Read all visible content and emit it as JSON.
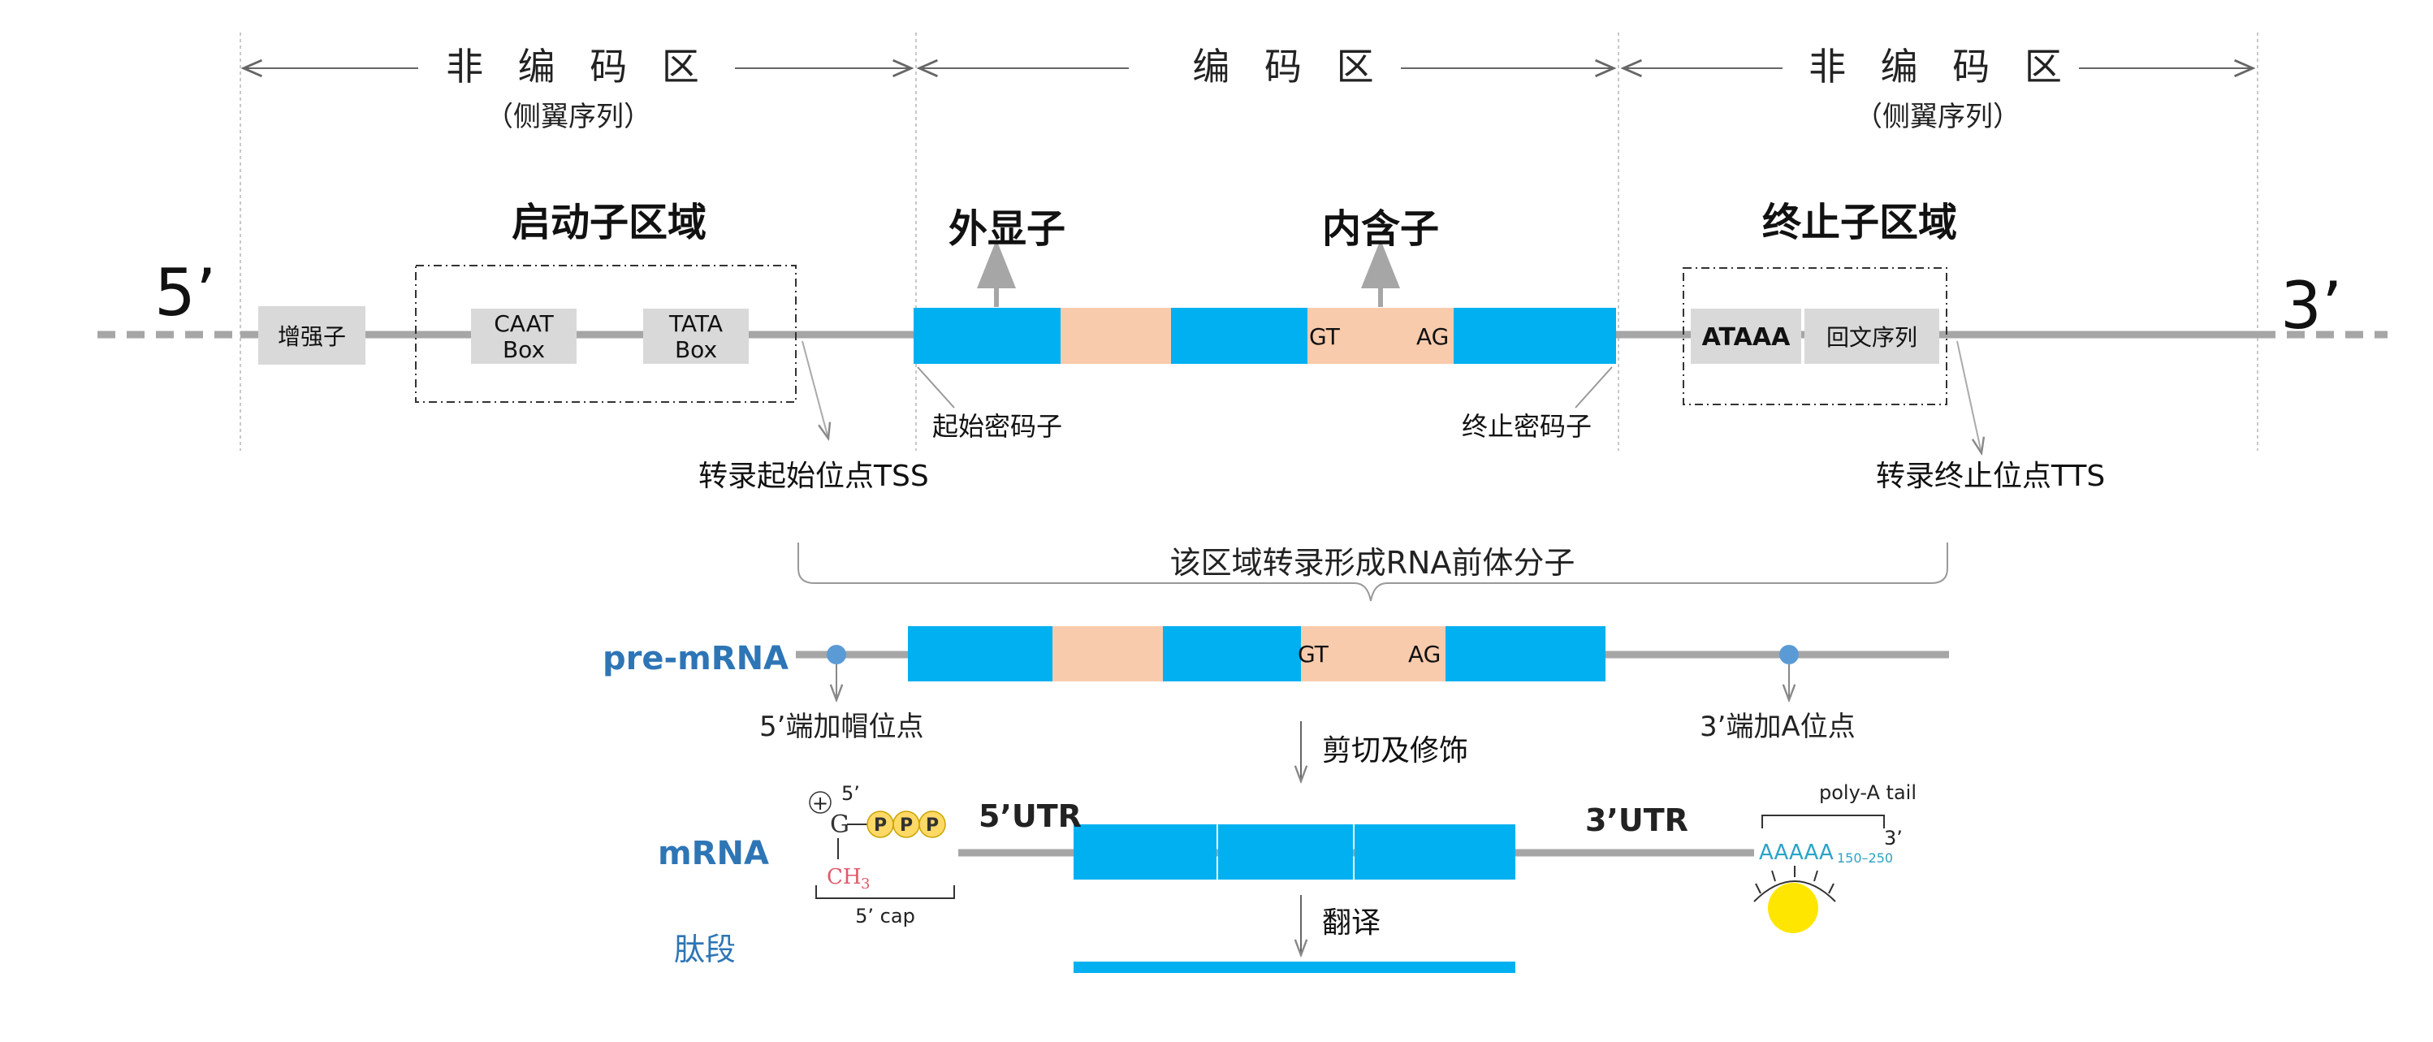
{
  "regions": {
    "left_noncoding": "非 编 码 区",
    "left_flank": "（侧翼序列）",
    "coding": "编 码 区",
    "right_noncoding": "非 编 码 区",
    "right_flank": "（侧翼序列）"
  },
  "dna": {
    "five_prime": "5’",
    "three_prime": "3’",
    "enhancer": "增强子",
    "caat_line1": "CAAT",
    "caat_line2": "Box",
    "tata_line1": "TATA",
    "tata_line2": "Box",
    "promoter_region": "启动子区域",
    "exon": "外显子",
    "intron": "内含子",
    "gt": "GT",
    "ag": "AG",
    "terminator_region": "终止子区域",
    "ataaa": "ATAAA",
    "palindrome": "回文序列",
    "start_codon": "起始密码子",
    "stop_codon": "终止密码子",
    "tss": "转录起始位点TSS",
    "tts": "转录终止位点TTS"
  },
  "transcription": {
    "brace_label": "该区域转录形成RNA前体分子"
  },
  "pre_mrna": {
    "label": "pre-mRNA",
    "gt": "GT",
    "ag": "AG",
    "cap_site": "5’端加帽位点",
    "polya_site": "3’端加A位点",
    "processing": "剪切及修饰"
  },
  "mrna": {
    "label": "mRNA",
    "utr5": "5’UTR",
    "utr3": "3’UTR",
    "cap_plus": "+",
    "cap_5prime": "5’",
    "cap_g": "G",
    "cap_p": "P",
    "cap_ch3": "CH",
    "cap_ch3_sub": "3",
    "cap_label": "5’ cap",
    "polya_label": "poly-A tail",
    "polya_seq": "AAAAA",
    "polya_range": "150–250",
    "polya_3prime": "3’",
    "translation": "翻译"
  },
  "peptide": {
    "label": "肽段"
  },
  "colors": {
    "exon": "#00b0f0",
    "intron": "#f8cbad",
    "line": "#a6a6a6",
    "box": "#d9d9d9",
    "blue_text": "#2e75b6",
    "cap_yellow": "#ffd966",
    "pab_yellow": "#ffe600",
    "ch3_red": "#e05a6a"
  }
}
